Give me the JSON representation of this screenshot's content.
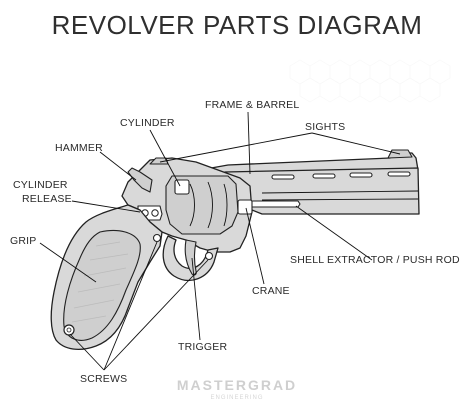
{
  "title": "REVOLVER PARTS DIAGRAM",
  "labels": {
    "frame_barrel": "FRAME & BARREL",
    "cylinder": "CYLINDER",
    "sights": "SIGHTS",
    "hammer": "HAMMER",
    "cylinder_release_1": "CYLINDER",
    "cylinder_release_2": "RELEASE",
    "grip": "GRIP",
    "shell_extractor": "SHELL EXTRACTOR / PUSH ROD",
    "crane": "CRANE",
    "trigger": "TRIGGER",
    "screws": "SCREWS"
  },
  "watermark": {
    "line1": "MASTERGRAD",
    "line2": "ENGINEERING"
  },
  "colors": {
    "gun_fill": "#d9d9d9",
    "outline": "#222222",
    "text": "#2f2f2f"
  }
}
